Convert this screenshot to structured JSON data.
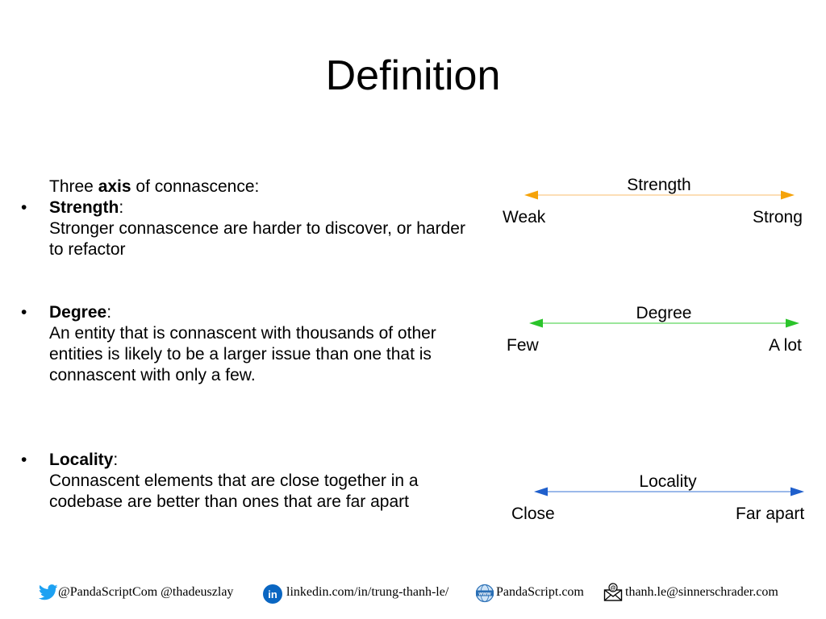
{
  "title": "Definition",
  "intro": {
    "prefix": "Three ",
    "bold": "axis",
    "suffix": " of connascence:"
  },
  "bullets": [
    {
      "marker": "•",
      "heading": "Strength",
      "colon": ":",
      "description": "Stronger connascence are harder to discover, or harder to refactor"
    },
    {
      "marker": "•",
      "heading": "Degree",
      "colon": ":",
      "description": "An entity that is connascent with thousands of other entities is likely to be a larger issue than one that is connascent with only a few."
    },
    {
      "marker": "•",
      "heading": "Locality",
      "colon": ":",
      "description": "Connascent elements that are close together in a codebase are better than ones that are far apart"
    }
  ],
  "axes": {
    "strength": {
      "name": "Strength",
      "left": "Weak",
      "right": "Strong",
      "color": "#f5a30a",
      "line_color": "#f9c98a"
    },
    "degree": {
      "name": "Degree",
      "left": "Few",
      "right": "A lot",
      "color": "#2bc42b",
      "line_color": "#5fd85f"
    },
    "locality": {
      "name": "Locality",
      "left": "Close",
      "right": "Far apart",
      "color": "#1f5fcc",
      "line_color": "#5f8fdd"
    }
  },
  "footer": {
    "twitter": "@PandaScriptCom @thadeuszlay",
    "linkedin": "linkedin.com/in/trung-thanh-le/",
    "website": "PandaScript.com",
    "email": "thanh.le@sinnerschrader.com",
    "icons": [
      "twitter-bird-icon",
      "linkedin-icon",
      "globe-www-icon",
      "email-envelope-icon"
    ],
    "linkedin_icon_text": "in",
    "website_icon_text": "www",
    "twitter_color": "#1da1f2",
    "linkedin_color": "#0a66c2"
  }
}
